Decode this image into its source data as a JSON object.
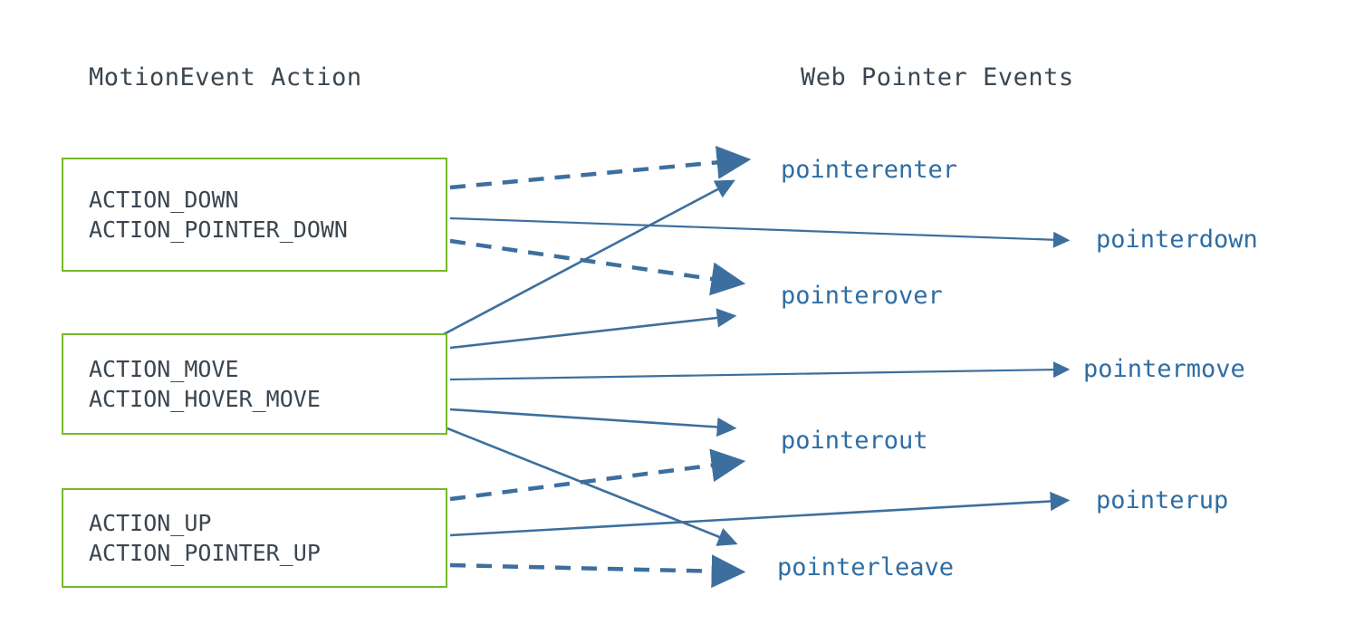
{
  "diagram": {
    "title_left": "MotionEvent Action",
    "title_right": "Web Pointer Events",
    "colors": {
      "box_border": "#76b82a",
      "box_text": "#3b4650",
      "header_text": "#3b4650",
      "event_text": "#2e6da4",
      "arrow": "#3d6f9e",
      "background": "#ffffff"
    }
  },
  "actions": [
    {
      "id": "down",
      "lines": [
        "ACTION_DOWN",
        "ACTION_POINTER_DOWN"
      ],
      "line1": "ACTION_DOWN",
      "line2": "ACTION_POINTER_DOWN"
    },
    {
      "id": "move",
      "lines": [
        "ACTION_MOVE",
        "ACTION_HOVER_MOVE"
      ],
      "line1": "ACTION_MOVE",
      "line2": "ACTION_HOVER_MOVE"
    },
    {
      "id": "up",
      "lines": [
        "ACTION_UP",
        "ACTION_POINTER_UP"
      ],
      "line1": "ACTION_UP",
      "line2": "ACTION_POINTER_UP"
    }
  ],
  "events": [
    {
      "id": "pointerenter",
      "label": "pointerenter"
    },
    {
      "id": "pointerdown",
      "label": "pointerdown"
    },
    {
      "id": "pointerover",
      "label": "pointerover"
    },
    {
      "id": "pointermove",
      "label": "pointermove"
    },
    {
      "id": "pointerout",
      "label": "pointerout"
    },
    {
      "id": "pointerup",
      "label": "pointerup"
    },
    {
      "id": "pointerleave",
      "label": "pointerleave"
    }
  ],
  "connections": [
    {
      "from": "down",
      "to": "pointerenter",
      "style": "dashed"
    },
    {
      "from": "down",
      "to": "pointerdown",
      "style": "solid"
    },
    {
      "from": "down",
      "to": "pointerover",
      "style": "dashed"
    },
    {
      "from": "move",
      "to": "pointerenter",
      "style": "solid"
    },
    {
      "from": "move",
      "to": "pointerover",
      "style": "solid"
    },
    {
      "from": "move",
      "to": "pointermove",
      "style": "solid"
    },
    {
      "from": "move",
      "to": "pointerout",
      "style": "solid"
    },
    {
      "from": "move",
      "to": "pointerleave",
      "style": "solid"
    },
    {
      "from": "up",
      "to": "pointerout",
      "style": "dashed"
    },
    {
      "from": "up",
      "to": "pointerup",
      "style": "solid"
    },
    {
      "from": "up",
      "to": "pointerleave",
      "style": "dashed"
    }
  ]
}
